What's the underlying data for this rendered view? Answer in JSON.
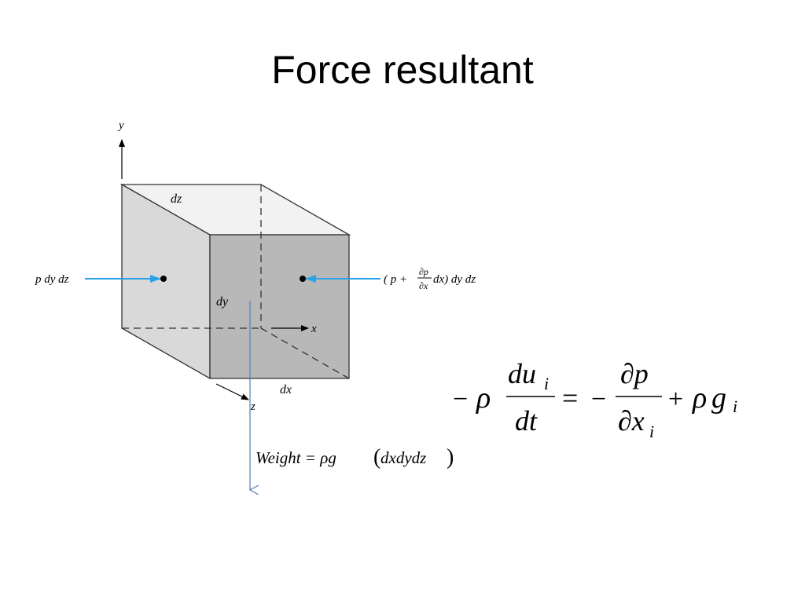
{
  "slide": {
    "title": "Force resultant"
  },
  "diagram": {
    "axes": {
      "x": "x",
      "y": "y",
      "z": "z"
    },
    "dimensions": {
      "dx": "dx",
      "dy": "dy",
      "dz": "dz"
    },
    "forces": {
      "left": "p dy dz",
      "right_open": "( p +",
      "right_num": "∂p",
      "right_den": "∂x",
      "right_close": "dx) dy dz",
      "weight_lhs": "Weight = ",
      "weight_rho": "ρ",
      "weight_g": "g",
      "weight_args": "dxdydz"
    },
    "colors": {
      "arrow_blue": "#29a3e6",
      "weight_line": "#4f7fb8",
      "face_front": "#b8b8b8",
      "face_side": "#d9d9d9",
      "face_top": "#f2f2f2"
    }
  },
  "equation": {
    "minus1": "−",
    "rho1": "ρ",
    "num1": "du",
    "num1_sub": "i",
    "den1": "dt",
    "equals": "=",
    "minus2": "−",
    "num2": "∂p",
    "den2": "∂x",
    "den2_sub": "i",
    "plus": "+",
    "rho2": "ρ",
    "g": "g",
    "g_sub": "i"
  }
}
